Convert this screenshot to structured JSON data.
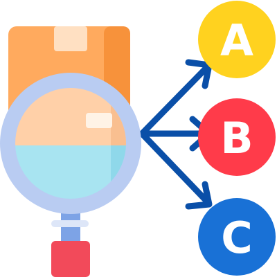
{
  "options": [
    {
      "letter": "A",
      "color": "#FFD21F",
      "shade": "#F8B51C"
    },
    {
      "letter": "B",
      "color": "#FF3B4A",
      "shade": "#E8202F"
    },
    {
      "letter": "C",
      "color": "#1971D6",
      "shade": "#0B56B8"
    }
  ],
  "colors": {
    "box": "#FFAA5E",
    "box_dark": "#F7923B",
    "tape": "#FFE0C2",
    "lens_ring": "#B9CCF2",
    "lens_glass_top": "#FFD0A8",
    "lens_glass_bottom": "#A8E4F1",
    "handle_neck": "#7DA3E6",
    "handle": "#F24A5A",
    "arrow": "#0A4FA8"
  },
  "icons": {
    "box": "package-icon",
    "magnifier": "magnifying-glass-icon",
    "arrows": "branch-arrows-icon"
  }
}
